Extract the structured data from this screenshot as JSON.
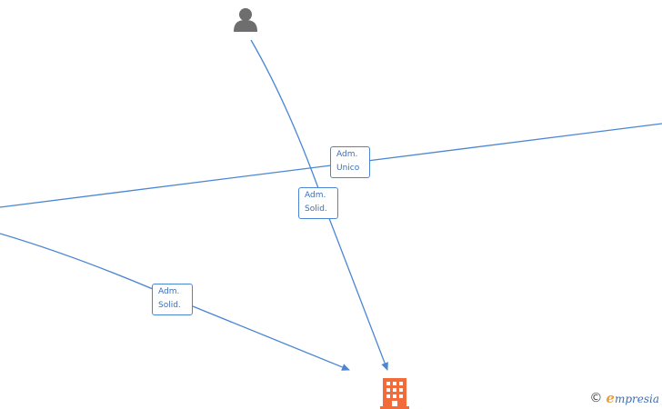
{
  "nodes": {
    "person": {
      "icon": "person-icon",
      "color": "#6e6e6e"
    },
    "company": {
      "icon": "building-icon",
      "color": "#f26b38"
    }
  },
  "edges": [
    {
      "from": "left-entity-upper",
      "to": "right-entity",
      "label_line1": "Adm.",
      "label_line2": "Unico"
    },
    {
      "from": "person",
      "to": "company",
      "label_line1": "Adm.",
      "label_line2": "Solid."
    },
    {
      "from": "left-entity-lower",
      "to": "company",
      "label_line1": "Adm.",
      "label_line2": "Solid."
    }
  ],
  "colors": {
    "edge": "#4a86d4",
    "label_text": "#3a6fb8"
  },
  "watermark": {
    "symbol": "©",
    "brand_initial": "e",
    "brand_rest": "mpresia"
  }
}
